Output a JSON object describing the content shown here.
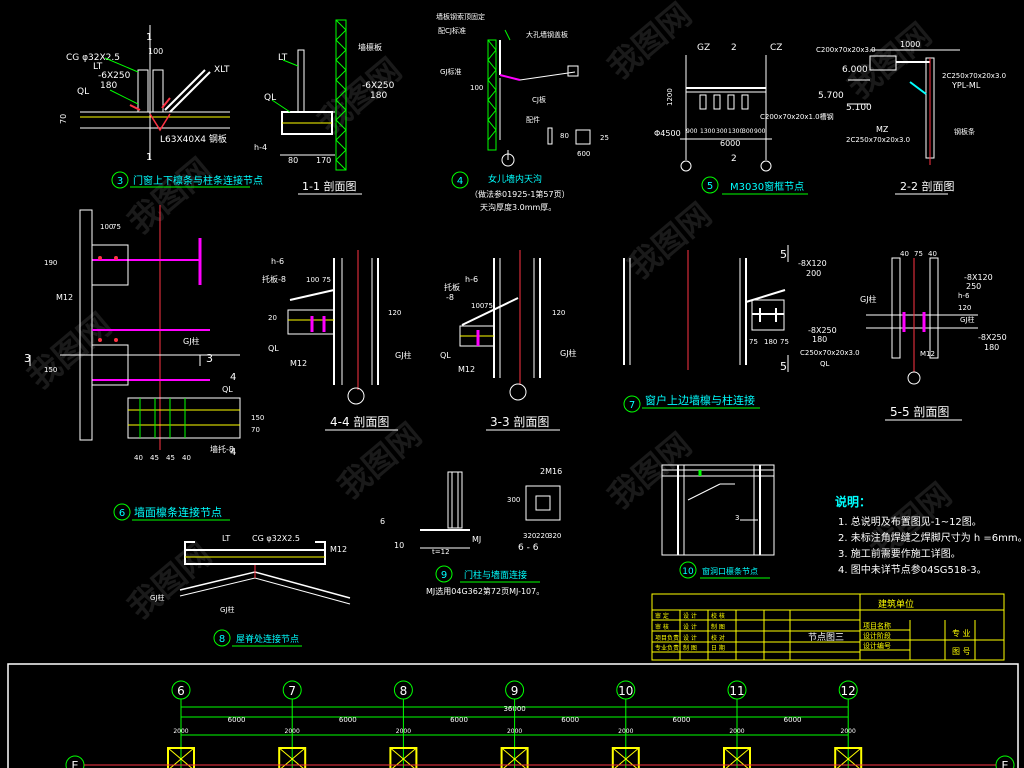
{
  "watermark": "我图网",
  "details": {
    "d3": {
      "num": "3",
      "caption": "门窗上下檩条与柱条连接节点",
      "labels": [
        "1",
        "CG φ32X2.5",
        "100",
        "-6X250",
        "180",
        "QL",
        "LT",
        "XLT",
        "L63X40X4 钢板",
        "1",
        "70"
      ]
    },
    "s11": {
      "caption": "1-1 剖面图",
      "labels": [
        "LT",
        "墙檩板",
        "-6X250",
        "180",
        "QL",
        "80",
        "170",
        "h-4"
      ]
    },
    "d4": {
      "num": "4",
      "caption": "女儿墙内天沟",
      "sub1": "（做法参01925-1第57页）",
      "sub2": "天沟厚度3.0mm厚。",
      "labels": [
        "墙板钢索顶固定",
        "配CJ标准",
        "大孔墙钢盖板",
        "GJ标准",
        "100",
        "CJ板",
        "配件",
        "25",
        "600",
        "80"
      ]
    },
    "d5": {
      "num": "5",
      "caption": "M3030窗框节点",
      "labels": [
        "GZ",
        "2",
        "CZ",
        "1200",
        "Φ4500",
        "900",
        "1300",
        "300",
        "1300",
        "300",
        "900",
        "6000",
        "C200x70x20x1.0槽钢",
        "2"
      ]
    },
    "s22": {
      "caption": "2-2 剖面图",
      "labels": [
        "1000",
        "C200x70x20x3.0",
        "6.000",
        "5.700",
        "5.100",
        "MZ",
        "2C250x70x20x3.0",
        "2C250x70x20x3.0",
        "YPL-ML",
        "钢板条"
      ]
    },
    "d6": {
      "num": "6",
      "caption": "墙面檩条连接节点",
      "labels": [
        "100",
        "75",
        "M12",
        "3",
        "3",
        "4",
        "4",
        "GJ柱",
        "QL",
        "墙托-8",
        "40",
        "45",
        "45",
        "40",
        "150",
        "70",
        "190",
        "150"
      ]
    },
    "s44": {
      "caption": "4-4 剖面图",
      "labels": [
        "h-6",
        "托板-8",
        "100",
        "75",
        "20",
        "QL",
        "M12",
        "GJ柱",
        "120"
      ]
    },
    "s33": {
      "caption": "3-3 剖面图",
      "labels": [
        "h-6",
        "托板",
        "-8",
        "100",
        "75",
        "QL",
        "M12",
        "GJ柱",
        "120"
      ]
    },
    "d7": {
      "num": "7",
      "caption": "窗户上边墙檩与柱连接",
      "labels": [
        "5",
        "-8X120",
        "200",
        "-8X250",
        "180",
        "C250x70x20x3.0",
        "QL",
        "5",
        "75",
        "180",
        "75"
      ]
    },
    "s55": {
      "caption": "5-5 剖面图",
      "labels": [
        "40",
        "75",
        "40",
        "-8X120",
        "250",
        "GJ柱",
        "-8X250",
        "180",
        "120",
        "GJ柱",
        "h-6",
        "M12"
      ]
    },
    "d8": {
      "num": "8",
      "caption": "屋脊处连接节点",
      "labels": [
        "LT",
        "CG φ32X2.5",
        "M12",
        "GJ柱",
        "GJ柱"
      ]
    },
    "d9": {
      "num": "9",
      "caption": "门柱与墙面连接",
      "sub1": "MJ选用04G362第72页MJ-107。",
      "labels": [
        "6",
        "10",
        "t=12",
        "MJ",
        "6 - 6",
        "2M16",
        "320",
        "220",
        "320",
        "300"
      ]
    },
    "d10": {
      "num": "10",
      "caption": "窗洞口檩条节点",
      "labels": [
        "3"
      ]
    }
  },
  "notes": {
    "title": "说明：",
    "items": [
      "1. 总说明及布置图见-1~12图。",
      "2. 未标注角焊缝之焊脚尺寸为  h  =6mm。",
      "3. 施工前需要作施工详图。",
      "4. 图中未详节点参04SG518-3。"
    ]
  },
  "titleblock": {
    "project": "建筑单位",
    "drawing_name": "节点图三",
    "rows": [
      [
        "审 定",
        "设 计",
        "校 核"
      ],
      [
        "审 核",
        "设 计",
        "制 图"
      ],
      [
        "项目负责",
        "设 计",
        "校 对"
      ],
      [
        "专业负责",
        "制 图",
        "日 期"
      ]
    ],
    "right_rows": [
      "项目名称",
      "设计阶段",
      "设计编号"
    ],
    "far_right": [
      "专 业",
      "图 号"
    ]
  },
  "plan": {
    "axes": [
      "6",
      "7",
      "8",
      "9",
      "10",
      "11",
      "12"
    ],
    "spans": [
      "6000",
      "6000",
      "6000",
      "6000",
      "6000",
      "6000"
    ],
    "total": "36000",
    "sub": [
      "2000",
      "2000",
      "2000",
      "2000",
      "2000",
      "2000",
      "2000"
    ],
    "row_axis": "E"
  }
}
